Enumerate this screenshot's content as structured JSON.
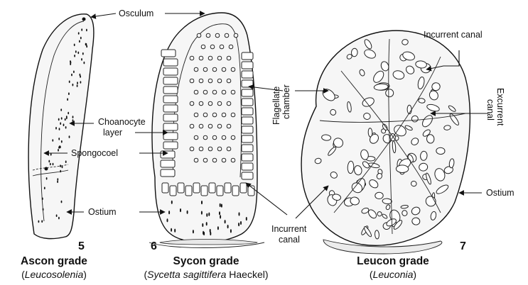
{
  "labels": {
    "osculum": "Osculum",
    "choanocyte_1": "Choanocyte",
    "choanocyte_2": "layer",
    "spongocoel": "Spongocoel",
    "ostium_left": "Ostium",
    "flagellate_1": "Flagellate",
    "flagellate_2": "chamber",
    "incurrent_mid_1": "Incurrent",
    "incurrent_mid_2": "canal",
    "incurrent_top": "Incurrent canal",
    "excurrent_1": "Excurrent",
    "excurrent_2": "canal",
    "ostium_right": "Ostium"
  },
  "figures": [
    {
      "number": "5",
      "title": "Ascon grade",
      "genus": "Leucosolenia",
      "authority": ""
    },
    {
      "number": "6",
      "title": "Sycon grade",
      "genus": "Sycetta sagittifera",
      "authority": "Haeckel"
    },
    {
      "number": "7",
      "title": "Leucon grade",
      "genus": "Leuconia",
      "authority": ""
    }
  ]
}
